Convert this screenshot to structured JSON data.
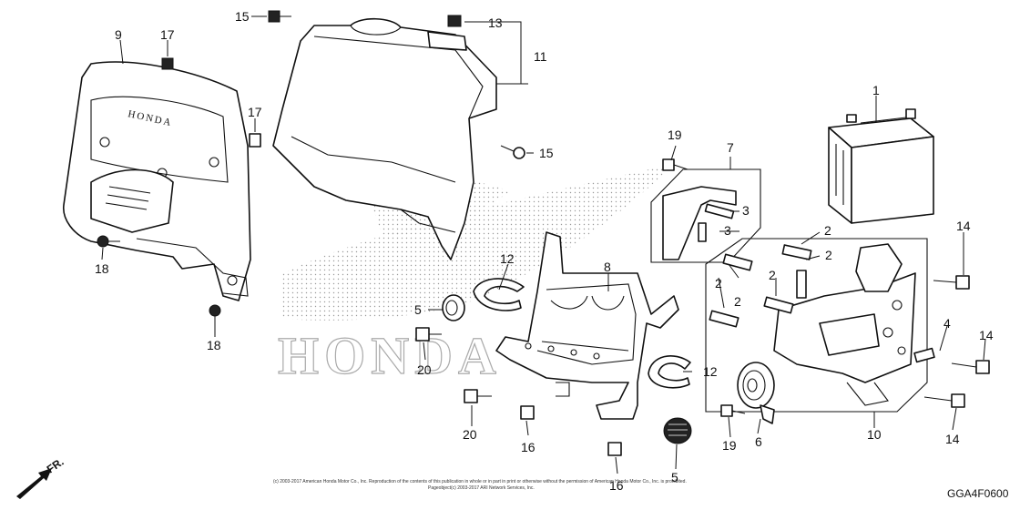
{
  "diagram": {
    "callouts": [
      {
        "id": "c9",
        "text": "9"
      },
      {
        "id": "c17a",
        "text": "17"
      },
      {
        "id": "c17b",
        "text": "17"
      },
      {
        "id": "c15a",
        "text": "15"
      },
      {
        "id": "c13",
        "text": "13"
      },
      {
        "id": "c11",
        "text": "11"
      },
      {
        "id": "c15b",
        "text": "15"
      },
      {
        "id": "c18a",
        "text": "18"
      },
      {
        "id": "c18b",
        "text": "18"
      },
      {
        "id": "c12a",
        "text": "12"
      },
      {
        "id": "c8",
        "text": "8"
      },
      {
        "id": "c5a",
        "text": "5"
      },
      {
        "id": "c20a",
        "text": "20"
      },
      {
        "id": "c12b",
        "text": "12"
      },
      {
        "id": "c20b",
        "text": "20"
      },
      {
        "id": "c16a",
        "text": "16"
      },
      {
        "id": "c16b",
        "text": "16"
      },
      {
        "id": "c5b",
        "text": "5"
      },
      {
        "id": "c19a",
        "text": "19"
      },
      {
        "id": "c7",
        "text": "7"
      },
      {
        "id": "c3a",
        "text": "3"
      },
      {
        "id": "c3b",
        "text": "3"
      },
      {
        "id": "c1",
        "text": "1"
      },
      {
        "id": "c14a",
        "text": "14"
      },
      {
        "id": "c2a",
        "text": "2"
      },
      {
        "id": "c2b",
        "text": "2"
      },
      {
        "id": "c2c",
        "text": "2"
      },
      {
        "id": "c2d",
        "text": "2"
      },
      {
        "id": "c2e",
        "text": "2"
      },
      {
        "id": "c4",
        "text": "4"
      },
      {
        "id": "c14b",
        "text": "14"
      },
      {
        "id": "c14c",
        "text": "14"
      },
      {
        "id": "c10",
        "text": "10"
      },
      {
        "id": "c6",
        "text": "6"
      },
      {
        "id": "c19b",
        "text": "19"
      }
    ],
    "watermark": "HONDA",
    "cover_logo": "HONDA",
    "diagram_code": "GGA4F0600",
    "front_arrow_label": "FR.",
    "copyright_line1": "(c) 2003-2017 American Honda Motor Co., Inc. Reproduction of the contents of this publication in whole or in part in print or otherwise without the permission of American Honda Motor Co., Inc. is prohibited.",
    "copyright_line2": "Pageobject(c) 2003-2017 ARI Network Services, Inc."
  }
}
